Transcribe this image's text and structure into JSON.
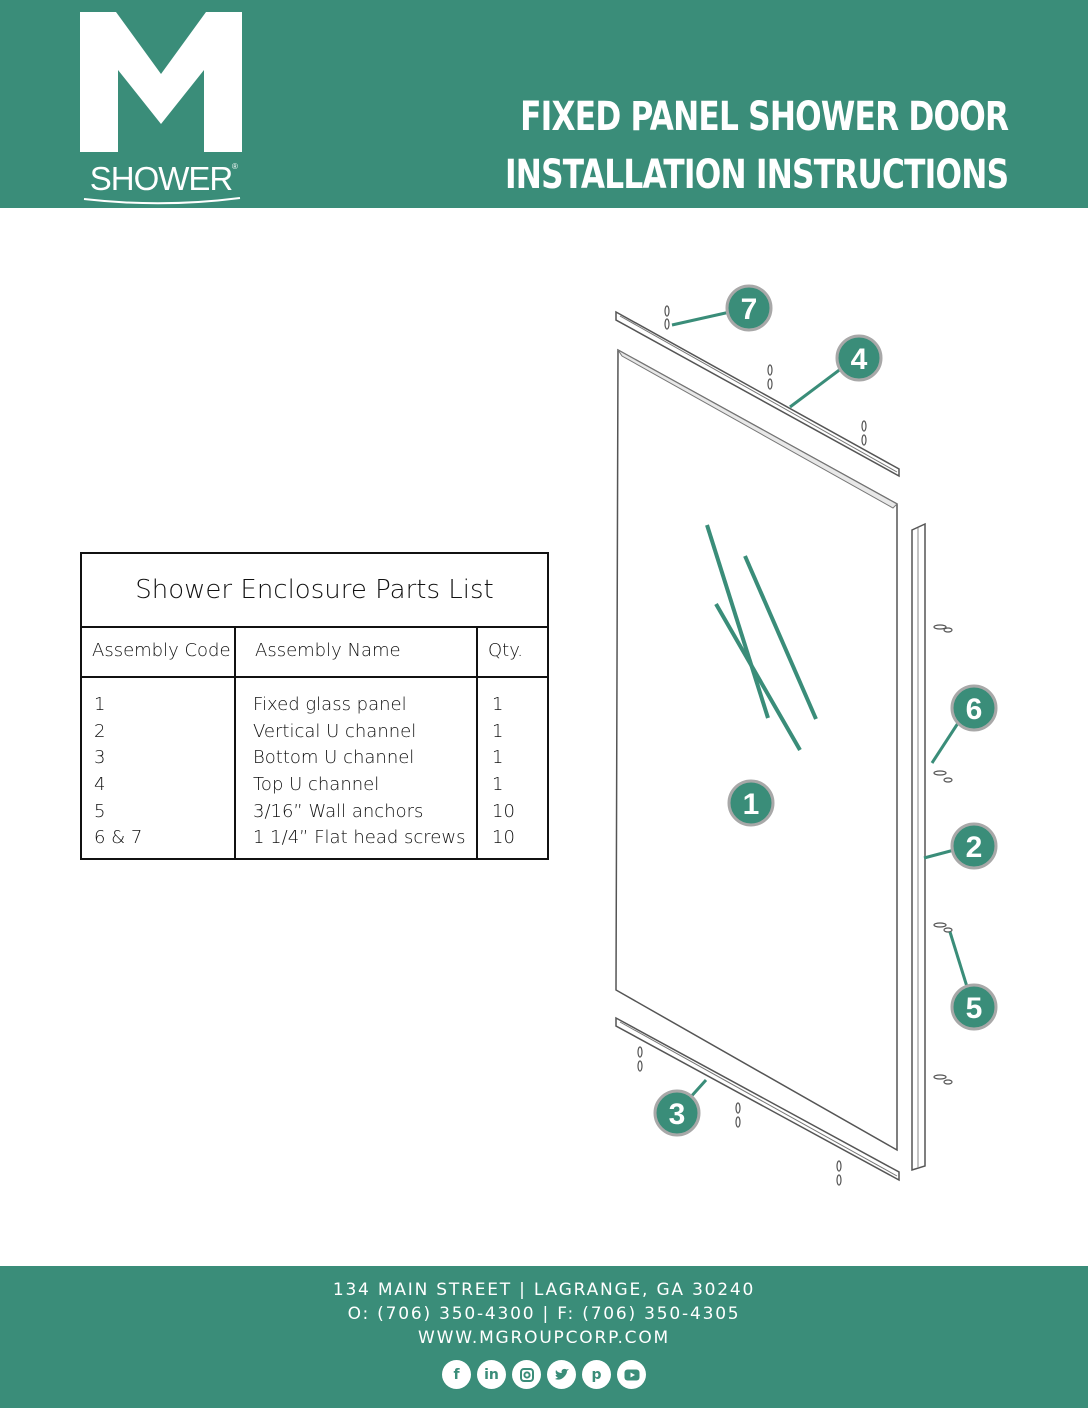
{
  "header": {
    "logo_letter": "M",
    "logo_word": "SHOWER",
    "title_line1": "FIXED PANEL SHOWER DOOR",
    "title_line2": "INSTALLATION INSTRUCTIONS"
  },
  "parts_list": {
    "caption": "Shower Enclosure Parts List",
    "headers": {
      "code": "Assembly Code",
      "name": "Assembly Name",
      "qty": "Qty."
    },
    "rows": [
      {
        "code": "1",
        "name": "Fixed glass panel",
        "qty": "1"
      },
      {
        "code": "2",
        "name": "Vertical U channel",
        "qty": "1"
      },
      {
        "code": "3",
        "name": "Bottom U channel",
        "qty": "1"
      },
      {
        "code": "4",
        "name": "Top U channel",
        "qty": "1"
      },
      {
        "code": "5",
        "name": "3/16” Wall anchors",
        "qty": "10"
      },
      {
        "code": "6 & 7",
        "name": "1 1/4” Flat head screws",
        "qty": "10"
      }
    ]
  },
  "diagram": {
    "callouts": [
      "7",
      "4",
      "6",
      "1",
      "2",
      "5",
      "3"
    ]
  },
  "footer": {
    "address": "134 MAIN STREET | LAGRANGE, GA 30240",
    "phone": "O: (706) 350-4300 | F: (706) 350-4305",
    "website": "WWW.MGROUPCORP.COM",
    "social_icons": [
      "facebook-icon",
      "linkedin-icon",
      "instagram-icon",
      "twitter-icon",
      "pinterest-icon",
      "youtube-icon"
    ]
  },
  "colors": {
    "brand": "#3a8d79",
    "text": "#1a1a1a"
  }
}
